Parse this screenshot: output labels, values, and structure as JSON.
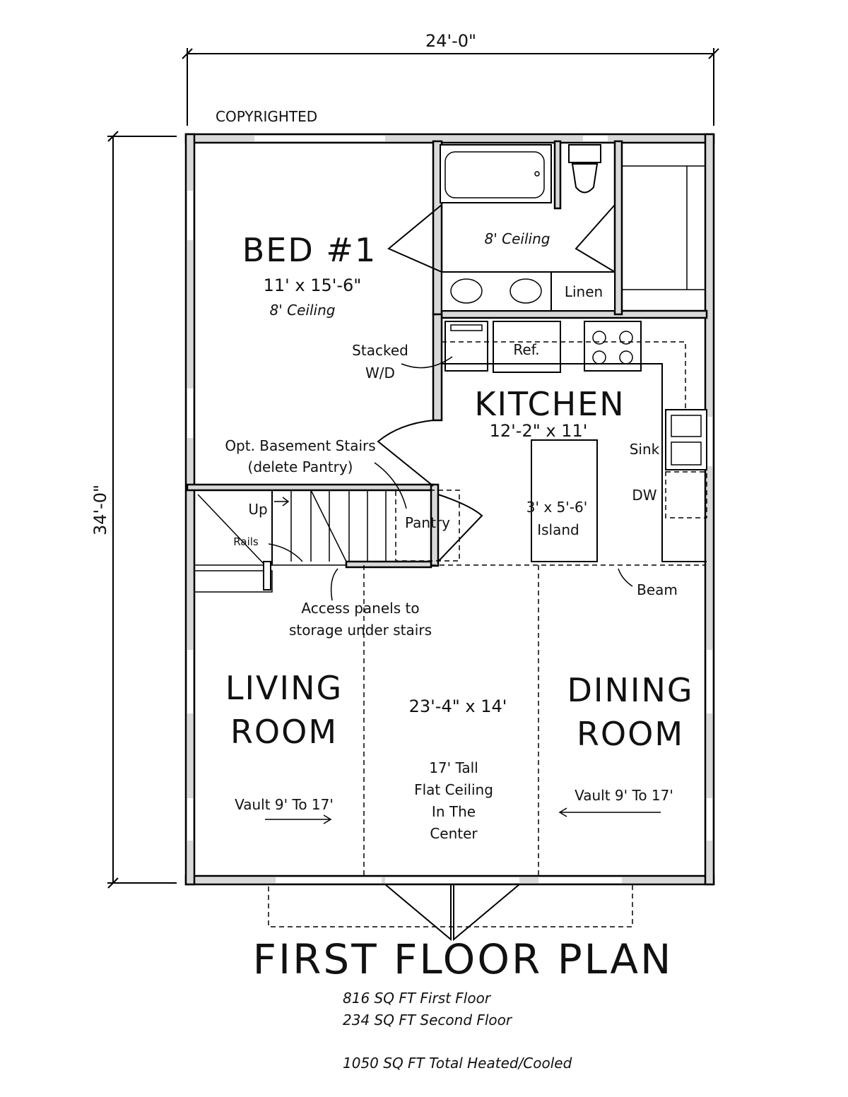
{
  "dimensions": {
    "width": "24'-0\"",
    "height": "34'-0\""
  },
  "copyright": "COPYRIGHTED",
  "rooms": {
    "bed1": {
      "name": "BED #1",
      "size": "11' x 15'-6\"",
      "ceiling": "8' Ceiling"
    },
    "bath": {
      "ceiling": "8' Ceiling",
      "linen": "Linen"
    },
    "kitchen": {
      "name": "KITCHEN",
      "size": "12'-2\" x 11'",
      "ref": "Ref.",
      "sink": "Sink",
      "dw": "DW",
      "island_size": "3' x 5'-6'",
      "island": "Island",
      "stacked": "Stacked",
      "wd": "W/D"
    },
    "stairs": {
      "opt_line1": "Opt. Basement Stairs",
      "opt_line2": "(delete Pantry)",
      "up": "Up",
      "rails": "Rails",
      "pantry": "Pantry",
      "access_line1": "Access panels to",
      "access_line2": "storage under stairs"
    },
    "living": {
      "line1": "LIVING",
      "line2": "ROOM",
      "vault": "Vault 9' To 17'"
    },
    "center": {
      "size": "23'-4\" x 14'",
      "c1": "17' Tall",
      "c2": "Flat Ceiling",
      "c3": "In The",
      "c4": "Center"
    },
    "dining": {
      "line1": "DINING",
      "line2": "ROOM",
      "vault": "Vault 9' To 17'"
    },
    "beam": "Beam"
  },
  "footer": {
    "title": "FIRST FLOOR PLAN",
    "line1": "816 SQ FT First Floor",
    "line2": "234 SQ FT Second Floor",
    "line3": "1050 SQ FT Total Heated/Cooled"
  }
}
